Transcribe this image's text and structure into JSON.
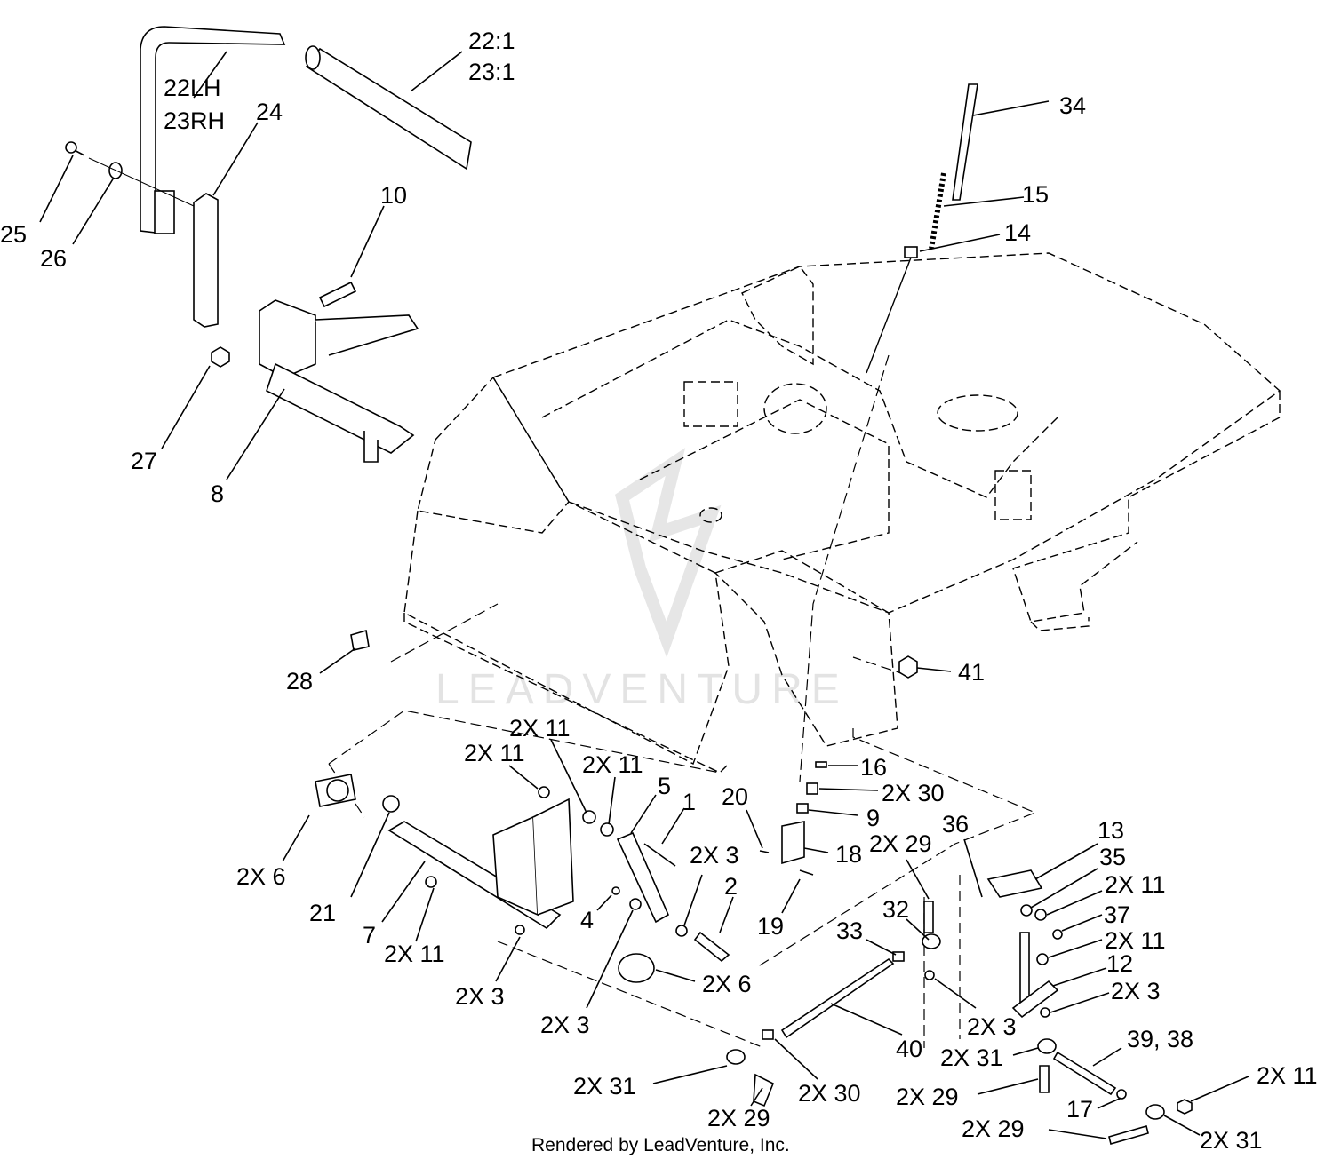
{
  "watermark": "LEADVENTURE",
  "footer": "Rendered by LeadVenture, Inc.",
  "callouts": {
    "l22_1": "22:1",
    "l23_1": "23:1",
    "l22lh": "22LH",
    "l23rh": "23RH",
    "l24": "24",
    "l25": "25",
    "l26": "26",
    "l10": "10",
    "l27": "27",
    "l8": "8",
    "l34": "34",
    "l15": "15",
    "l14": "14",
    "l28": "28",
    "l41": "41",
    "l2x11_a": "2X 11",
    "l2x11_b": "2X 11",
    "l2x11_c": "2X 11",
    "l5": "5",
    "l1": "1",
    "l16": "16",
    "l2x30_a": "2X 30",
    "l9": "9",
    "l20": "20",
    "l18": "18",
    "l2x29_a": "2X 29",
    "l36": "36",
    "l13": "13",
    "l35": "35",
    "l2x11_d": "2X 11",
    "l2x6_a": "2X 6",
    "l21": "21",
    "l7": "7",
    "l2x11_e": "2X 11",
    "l2x3_a": "2X 3",
    "l4": "4",
    "l2x3_b": "2X 3",
    "l2x3_c": "2X 3",
    "l2": "2",
    "l19": "19",
    "l2x6_b": "2X 6",
    "l32": "32",
    "l33": "33",
    "l37": "37",
    "l2x11_f": "2X 11",
    "l12": "12",
    "l2x3_d": "2X 3",
    "l2x3_e": "2X 3",
    "l40": "40",
    "l2x31_a": "2X 31",
    "l39_38": "39, 38",
    "l2x31_b": "2X 31",
    "l2x30_b": "2X 30",
    "l2x29_b": "2X 29",
    "l2x29_c": "2X 29",
    "l17": "17",
    "l2x11_g": "2X 11",
    "l2x29_d": "2X 29",
    "l2x31_c": "2X 31"
  }
}
